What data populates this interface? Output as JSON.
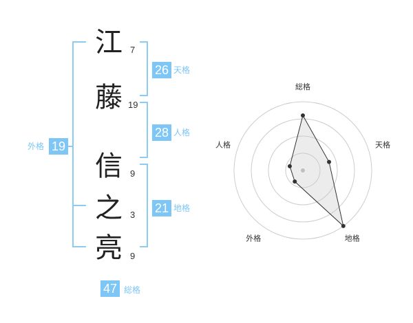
{
  "name": {
    "characters": [
      {
        "char": "江",
        "strokes": "7"
      },
      {
        "char": "藤",
        "strokes": "19"
      },
      {
        "char": "信",
        "strokes": "9"
      },
      {
        "char": "之",
        "strokes": "3"
      },
      {
        "char": "亮",
        "strokes": "9"
      }
    ]
  },
  "fortunes": {
    "tenkaku": {
      "value": "26",
      "label": "天格"
    },
    "jinkaku": {
      "value": "28",
      "label": "人格"
    },
    "chikaku": {
      "value": "21",
      "label": "地格"
    },
    "gaikaku": {
      "value": "19",
      "label": "外格"
    },
    "soukaku": {
      "value": "47",
      "label": "総格"
    }
  },
  "colors": {
    "accent": "#7ec6f5",
    "bracket": "#8ccbf2",
    "text": "#222222"
  },
  "chart_data": {
    "type": "radar",
    "axes": [
      "総格",
      "天格",
      "地格",
      "外格",
      "人格"
    ],
    "values": [
      4,
      2,
      5,
      1,
      1
    ],
    "max": 5,
    "rings": 4
  }
}
